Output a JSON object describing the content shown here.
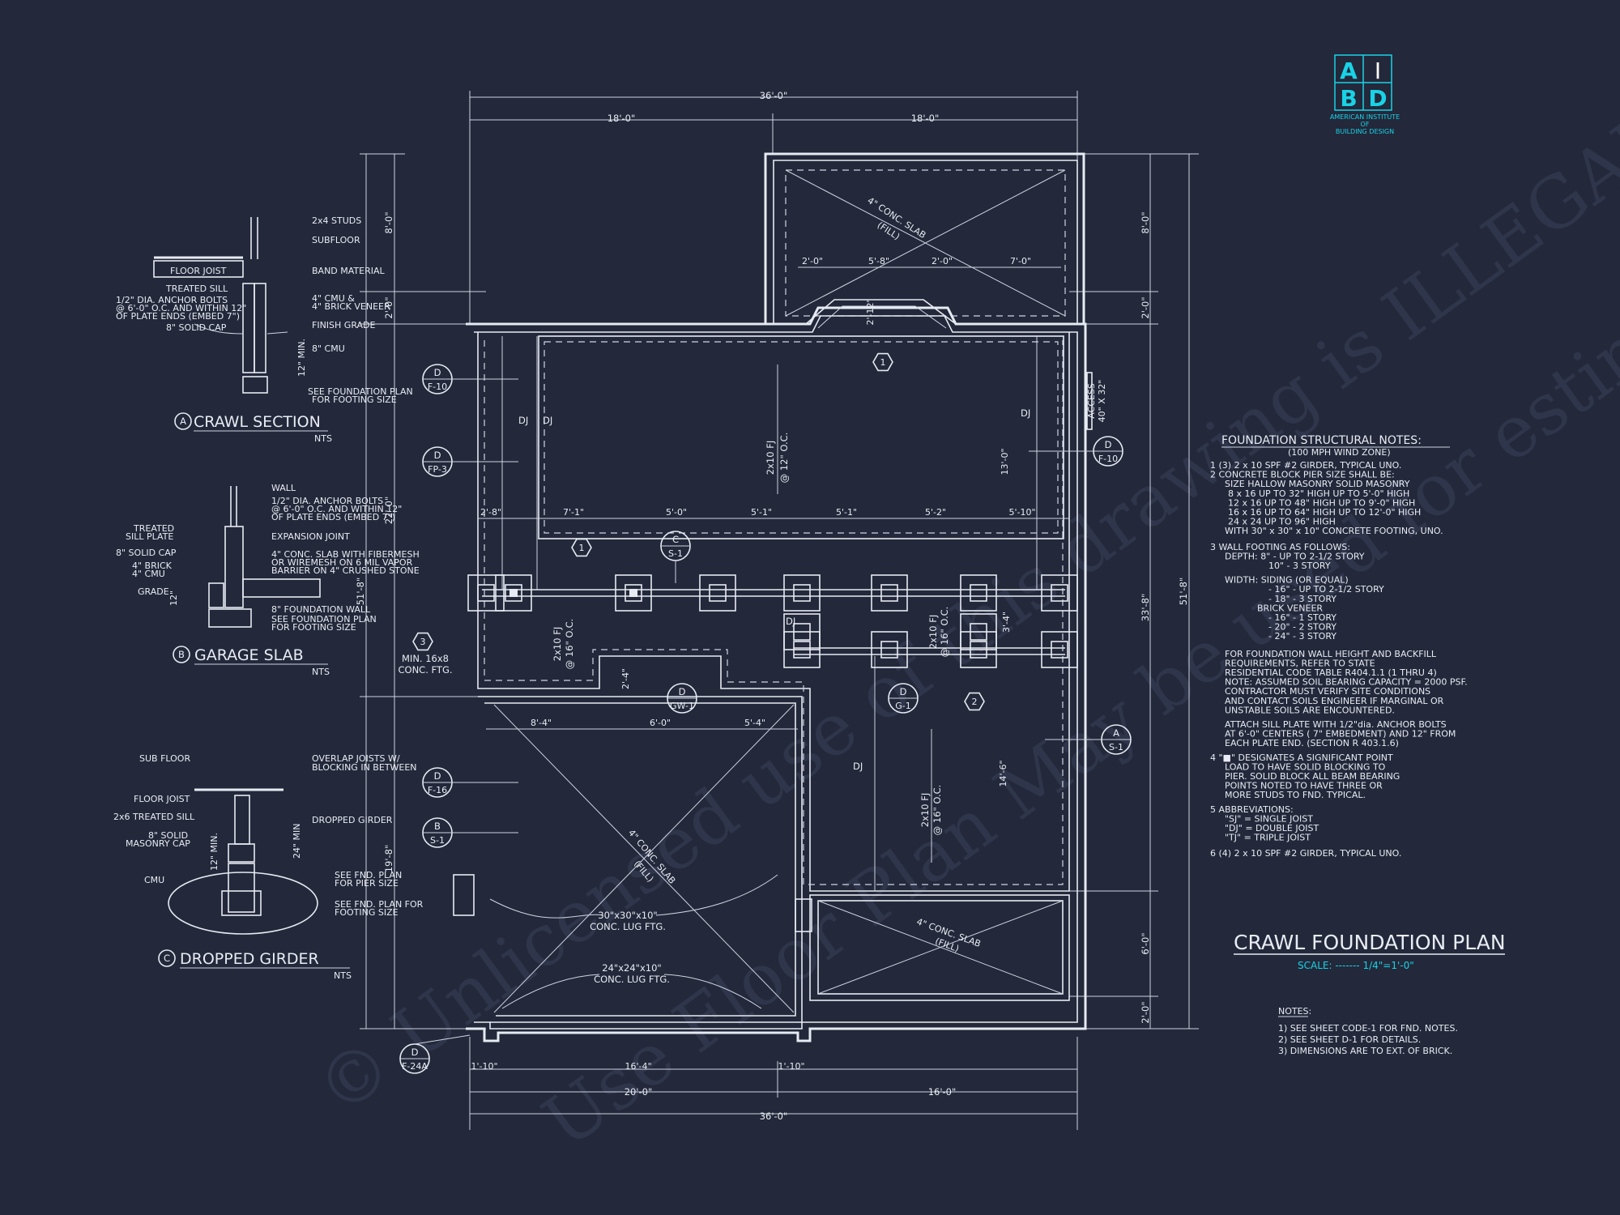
{
  "colors": {
    "background": "#23283a",
    "linework": "#e6eaf2",
    "logo_accent": "#19d2e6",
    "watermark": "#3a4058"
  },
  "logo": {
    "letters": [
      "A",
      "I",
      "B",
      "D"
    ],
    "org_lines": [
      "AMERICAN INSTITUTE",
      "OF",
      "BUILDING DESIGN"
    ]
  },
  "watermark": {
    "line1": "© Unlicensed use of this drawing is ILLEGAL to Construction",
    "line2": "Use Floor Plan May be used for estimations"
  },
  "title": {
    "text": "CRAWL FOUNDATION PLAN",
    "scale": "SCALE: ------- 1/4\"=1'-0\""
  },
  "plan_notes": {
    "heading": "NOTES:",
    "lines": [
      "1) SEE SHEET CODE-1 FOR FND. NOTES.",
      "2) SEE SHEET D-1 FOR DETAILS.",
      "3) DIMENSIONS ARE TO EXT. OF BRICK."
    ]
  },
  "structural_notes": {
    "heading": "FOUNDATION STRUCTURAL NOTES:",
    "subheading": "(100 MPH WIND ZONE)",
    "lines": [
      "1 (3) 2 x 10 SPF #2 GIRDER, TYPICAL UNO.",
      "2 CONCRETE BLOCK PIER SIZE SHALL BE:",
      "SIZE      HALLOW MASONRY     SOLID MASONRY",
      "8 x 16      UP TO 32\" HIGH      UP TO 5'-0\" HIGH",
      "12 x 16     UP TO 48\" HIGH      UP TO 9'-0\" HIGH",
      "16 x 16     UP TO 64\" HIGH      UP TO 12'-0\" HIGH",
      "24 x 24     UP TO 96\" HIGH",
      "WITH 30\" x 30\" x 10\" CONCRETE FOOTING, UNO.",
      "3 WALL FOOTING AS FOLLOWS:",
      "DEPTH:  8\" - UP TO 2-1/2 STORY",
      "10\" - 3 STORY",
      "WIDTH:  SIDING (OR EQUAL)",
      "- 16\" - UP TO 2-1/2 STORY",
      "- 18\" - 3 STORY",
      "BRICK VENEER",
      "- 16\" - 1 STORY",
      "- 20\" - 2 STORY",
      "- 24\" - 3 STORY",
      "FOR FOUNDATION WALL HEIGHT AND BACKFILL",
      "REQUIREMENTS, REFER TO STATE",
      "RESIDENTIAL CODE TABLE R404.1.1 (1 THRU 4)",
      "NOTE: ASSUMED SOIL BEARING CAPACITY = 2000 PSF.",
      "CONTRACTOR MUST VERIFY SITE CONDITIONS",
      "AND CONTACT SOILS ENGINEER IF MARGINAL OR",
      "UNSTABLE SOILS ARE ENCOUNTERED.",
      "ATTACH SILL PLATE WITH 1/2\"dia. ANCHOR BOLTS",
      "AT 6'-0\" CENTERS ( 7\" EMBEDMENT) AND 12\" FROM",
      "EACH PLATE END. (SECTION R 403.1.6)",
      "4 \"■\" DESIGNATES A SIGNIFICANT POINT",
      "LOAD TO HAVE SOLID BLOCKING TO",
      "PIER. SOLID BLOCK ALL BEAM BEARING",
      "POINTS NOTED TO HAVE THREE OR",
      "MORE STUDS TO FND. TYPICAL.",
      "5 ABBREVIATIONS:",
      "\"SJ\" = SINGLE JOIST",
      "\"DJ\" = DOUBLE JOIST",
      "\"TJ\" = TRIPLE JOIST",
      "6 (4) 2 x 10 SPF #2 GIRDER, TYPICAL UNO."
    ]
  },
  "details": {
    "a": {
      "letter": "A",
      "title": "CRAWL SECTION",
      "scale": "NTS",
      "labels": [
        "2x4 STUDS",
        "SUBFLOOR",
        "FLOOR JOIST",
        "BAND MATERIAL",
        "TREATED SILL",
        "1/2\" DIA. ANCHOR BOLTS",
        "@ 6'-0\" O.C. AND WITHIN 12\"",
        "OF PLATE ENDS (EMBED 7\")",
        "4\" CMU &",
        "4\" BRICK VENEER",
        "8\" SOLID CAP",
        "FINISH GRADE",
        "8\" CMU",
        "12\" MIN.",
        "SEE FOUNDATION PLAN",
        "FOR FOOTING SIZE"
      ]
    },
    "b": {
      "letter": "B",
      "title": "GARAGE SLAB",
      "scale": "NTS",
      "labels": [
        "WALL",
        "1/2\" DIA. ANCHOR BOLTS",
        "@ 6'-0\" O.C. AND WITHIN 12\"",
        "OF PLATE ENDS (EMBED 7\")",
        "TREATED",
        "SILL PLATE",
        "EXPANSION JOINT",
        "8\" SOLID CAP",
        "4\" CONC. SLAB WITH FIBERMESH",
        "OR WIREMESH ON 6 MIL VAPOR",
        "BARRIER ON 4\" CRUSHED STONE",
        "4\" BRICK",
        "4\" CMU",
        "GRADE",
        "12\"",
        "8\" FOUNDATION WALL",
        "SEE FOUNDATION PLAN",
        "FOR FOOTING SIZE"
      ]
    },
    "c": {
      "letter": "C",
      "title": "DROPPED GIRDER",
      "scale": "NTS",
      "labels": [
        "SUB FLOOR",
        "OVERLAP JOISTS W/",
        "BLOCKING IN BETWEEN",
        "FLOOR JOIST",
        "2x6 TREATED SILL",
        "DROPPED GIRDER",
        "8\" SOLID",
        "MASONRY CAP",
        "12\" MIN.",
        "24\" MIN",
        "CMU",
        "SEE FND. PLAN",
        "FOR PIER SIZE",
        "SEE FND. PLAN FOR",
        "FOOTING SIZE"
      ]
    }
  },
  "plan": {
    "dims_top": [
      "36'-0\"",
      "18'-0\"",
      "18'-0\""
    ],
    "dims_bottom": [
      "36'-0\"",
      "20'-0\"",
      "16'-0\"",
      "1'-10\"",
      "16'-4\"",
      "1'-10\""
    ],
    "dims_left": [
      "8'-0\"",
      "2'-0\"",
      "22'-0\"",
      "51'-8\"",
      "19'-8\""
    ],
    "dims_right": [
      "8'-0\"",
      "2'-0\"",
      "33'-8\"",
      "51'-8\"",
      "6'-0\"",
      "2'-0\""
    ],
    "dims_interior": [
      "2'-0\"",
      "5'-8\"",
      "2'-0\"",
      "7'-0\"",
      "2'-8\"",
      "7'-1\"",
      "5'-0\"",
      "5'-1\"",
      "5'-1\"",
      "5'-2\"",
      "5'-2\"",
      "5'-10\"",
      "13'-0\"",
      "2'-4\"",
      "8'-4\"",
      "6'-0\"",
      "5'-4\"",
      "3'-4\"",
      "14'-6\"",
      "2'-12\""
    ],
    "joist_labels": [
      "2x10 FJ",
      "@ 12\" O.C.",
      "2x10 FJ",
      "@ 16\" O.C.",
      "2x10 FJ",
      "@ 16\" O.C.",
      "2x10 FJ",
      "@ 16\" O.C."
    ],
    "slab_labels": [
      "4\" CONC. SLAB",
      "(FILL)",
      "4\" CONC. SLAB",
      "(FILL)",
      "4\" CONC. SLAB",
      "(FILL)"
    ],
    "dj_labels": [
      "DJ",
      "DJ",
      "DJ",
      "DJ",
      "DJ"
    ],
    "access": [
      "ACCESS",
      "40\" X 32\""
    ],
    "footing_labels": [
      "MIN. 16x8",
      "CONC. FTG.",
      "30\"x30\"x10\"",
      "CONC. LUG FTG.",
      "24\"x24\"x10\"",
      "CONC. LUG FTG."
    ],
    "section_marks": [
      {
        "top": "D",
        "bottom": "F-10"
      },
      {
        "top": "D",
        "bottom": "FP-3"
      },
      {
        "top": "D",
        "bottom": "F-10"
      },
      {
        "top": "C",
        "bottom": "S-1"
      },
      {
        "top": "D",
        "bottom": "F-16"
      },
      {
        "top": "B",
        "bottom": "S-1"
      },
      {
        "top": "A",
        "bottom": "S-1"
      },
      {
        "top": "D",
        "bottom": "F-24A"
      },
      {
        "top": "D",
        "bottom": "GW-1"
      },
      {
        "top": "D",
        "bottom": "G-1"
      }
    ],
    "callouts": [
      "1",
      "1",
      "2",
      "3"
    ]
  }
}
